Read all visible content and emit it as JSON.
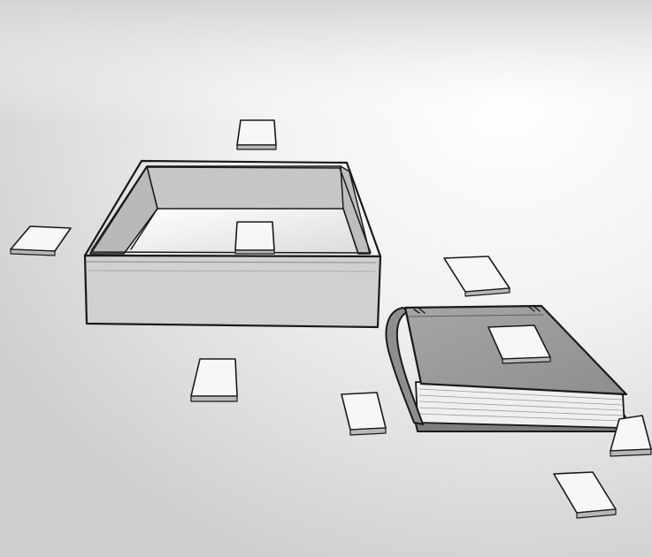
{
  "scene": {
    "colors": {
      "background_light": "#ffffff",
      "background_shadow": "#c9c9c9",
      "box_wall": "#d0d0d0",
      "box_inner": "#c6c6c6",
      "box_floor": "#f2f2f2",
      "book_cover": "#9a9a9a",
      "pages": "#efefef",
      "tile_top": "#f7f7f7",
      "tile_edge": "#b8b8b8",
      "outline": "#1a1a1a"
    },
    "objects": {
      "open_box": "empty-lidless-box",
      "book": "closed-hardcover-book",
      "tiles": "small-rectangular-tiles"
    }
  }
}
